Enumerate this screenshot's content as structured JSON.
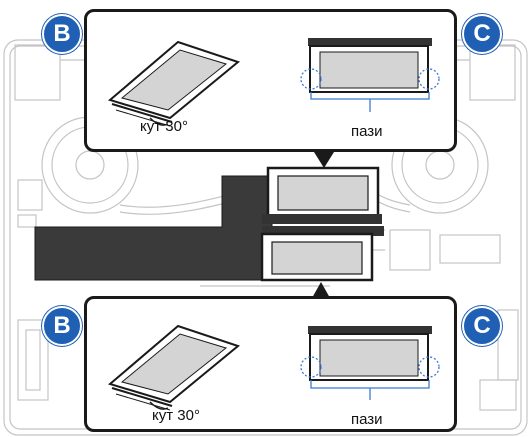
{
  "callout_top": {
    "badge_left": "B",
    "badge_right": "C",
    "angle_label": "кут 30°",
    "notch_label": "пази"
  },
  "callout_bottom": {
    "badge_left": "B",
    "badge_right": "C",
    "angle_label": "кут 30°",
    "notch_label": "пази"
  },
  "colors": {
    "badge": "#1f5fb4",
    "outline": "#1a1a1a",
    "module_fill": "#d4d4d4",
    "shield": "#3a3a3a",
    "notch_circle": "#3b7bd4",
    "board_lines": "#c4c4c4"
  }
}
